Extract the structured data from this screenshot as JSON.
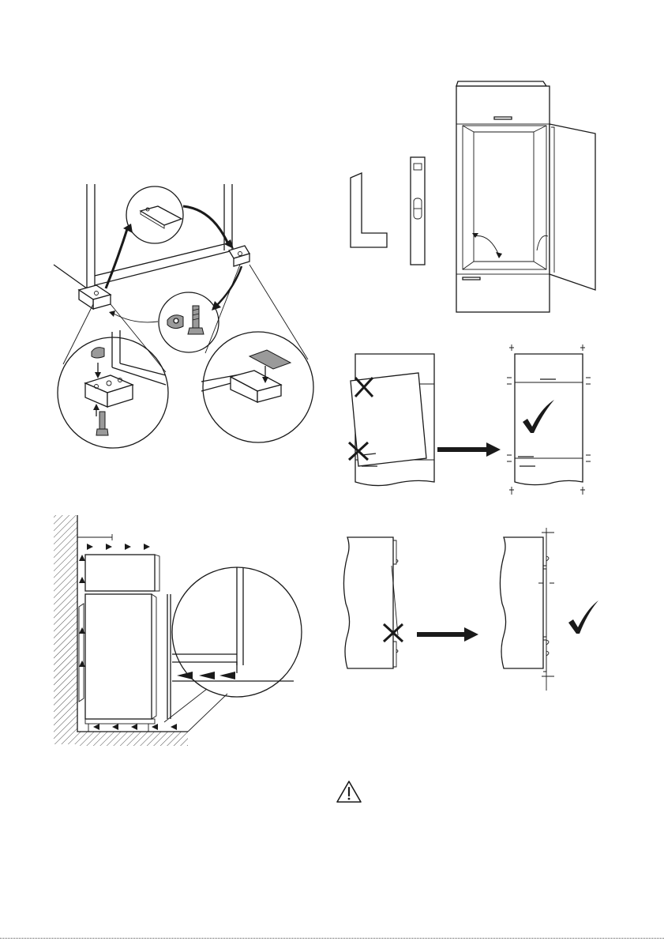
{
  "page": {
    "background": "#ffffff",
    "line_color": "#1a1a1a"
  },
  "figures": [
    {
      "id": "hinge-cover-assembly",
      "icons": [
        "hinge-cover-icon",
        "screw-icon",
        "clip-icon"
      ]
    },
    {
      "id": "cabinet-square-and-level",
      "icons": [
        "set-square-icon",
        "spirit-level-icon"
      ]
    },
    {
      "id": "door-alignment-front",
      "icons": [
        "cross-mark-icon",
        "check-mark-icon",
        "arrow-right-icon"
      ]
    },
    {
      "id": "appliance-wall-airflow",
      "icons": [
        "airflow-arrow-icon",
        "magnifier-circle-icon"
      ]
    },
    {
      "id": "door-alignment-side",
      "icons": [
        "cross-mark-icon",
        "check-mark-icon",
        "arrow-right-icon"
      ]
    }
  ],
  "warning": {
    "icon": "warning-triangle-icon",
    "color": "#1a1a1a"
  }
}
